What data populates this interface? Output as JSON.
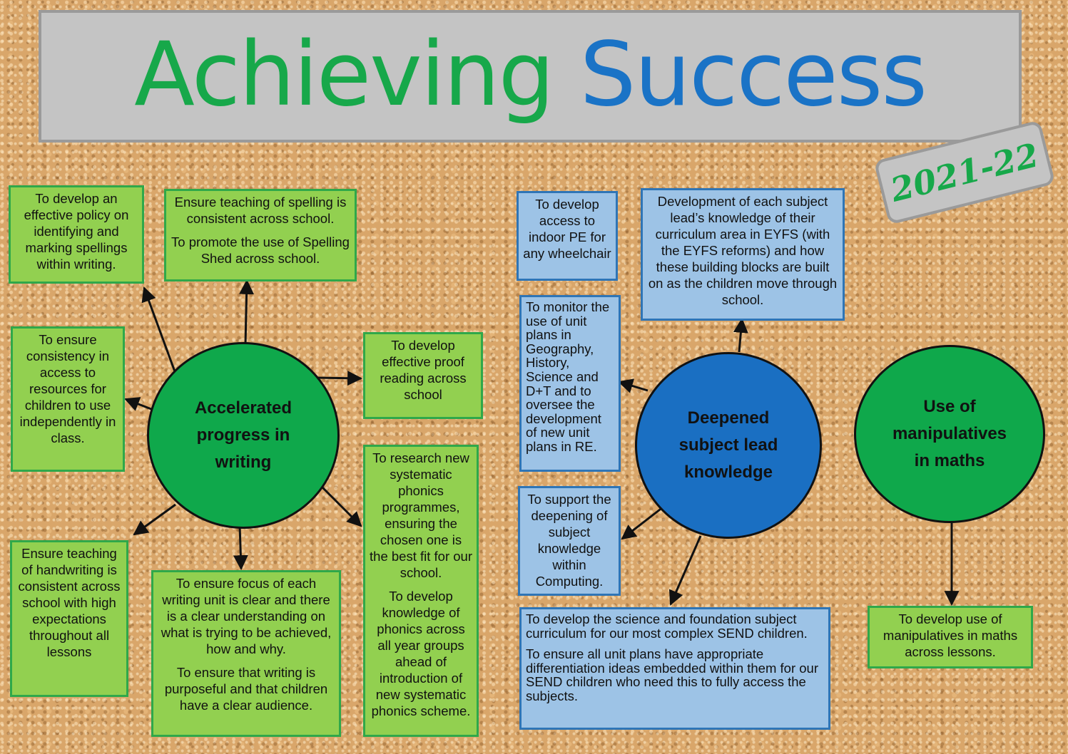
{
  "title": {
    "part1": "Achieving",
    "part2": "Success"
  },
  "year": "2021-22",
  "hubs": {
    "writing": "Accelerated progress in writing",
    "subject": "Deepened subject lead knowledge",
    "maths": "Use of manipulatives in maths"
  },
  "writing_goals": {
    "spelling_policy": "To develop an effective policy on identifying and marking spellings within writing.",
    "spelling_teaching": "Ensure teaching of spelling is consistent across school.",
    "spelling_shed": "To promote the use of Spelling Shed across school.",
    "resources": "To ensure consistency in access to resources for children to use independently in class.",
    "proof_reading": "To develop effective proof reading across school",
    "phonics_research": "To research new systematic phonics programmes, ensuring the chosen one is the best fit for our school.",
    "phonics_knowledge": "To develop knowledge of phonics across all year groups ahead of introduction of new systematic phonics scheme.",
    "handwriting": "Ensure teaching of handwriting is consistent across school with high expectations throughout all lessons",
    "unit_focus": "To ensure focus of each writing unit is clear and there is a clear understanding on what is trying to be achieved, how and why.",
    "purposeful": "To ensure that writing is purposeful and that children have a clear audience."
  },
  "subject_goals": {
    "indoor_pe": "To develop access to indoor PE for any wheelchair",
    "eyfs": "Development of each subject lead’s knowledge of their curriculum area in EYFS (with the EYFS reforms) and how these building blocks are built on as the children move through school.",
    "unit_plans": "To monitor the use of unit plans in Geography, History, Science and D+T and to oversee the development of new unit plans in RE.",
    "computing": "To support the deepening of subject knowledge within Computing.",
    "send_curriculum": "To develop the science and foundation subject curriculum for our most complex SEND children.",
    "send_differentiation": "To ensure all unit plans have appropriate differentiation ideas embedded within them for our SEND children who need this to fully access the subjects."
  },
  "maths_goals": {
    "manipulatives": "To develop use of manipulatives in maths across lessons."
  },
  "colors": {
    "green_fill": "#92d050",
    "green_border": "#2fa84a",
    "blue_fill": "#9dc3e6",
    "blue_border": "#2f75b6",
    "hub_green": "#0fa84b",
    "hub_blue": "#1a6fc2",
    "title_green": "#17a84a",
    "title_blue": "#1a73c6"
  }
}
